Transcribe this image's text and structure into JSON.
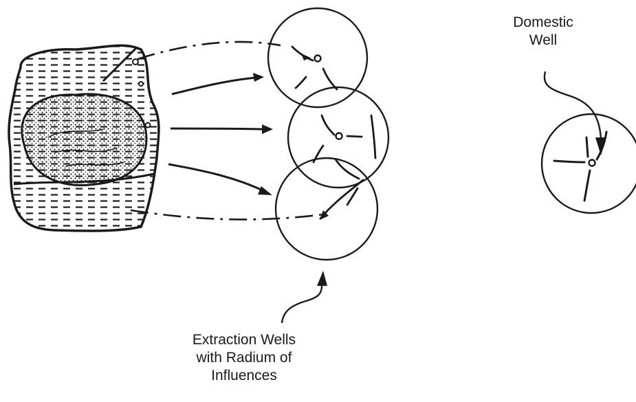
{
  "labels": {
    "domestic_well": [
      "Domestic",
      "Well"
    ],
    "extraction_wells": [
      "Extraction Wells",
      "with Radium of",
      "Influences"
    ]
  },
  "colors": {
    "ink": "#1a1a1a",
    "background": "#ffffff"
  }
}
